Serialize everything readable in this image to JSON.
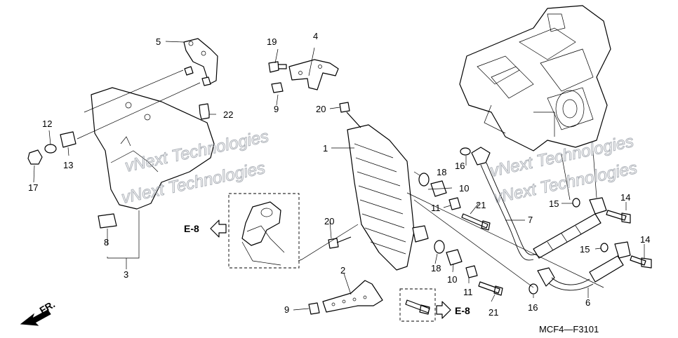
{
  "callouts": {
    "c1": "1",
    "c2": "2",
    "c3": "3",
    "c4": "4",
    "c5": "5",
    "c6": "6",
    "c7": "7",
    "c8": "8",
    "c9a": "9",
    "c9b": "9",
    "c10a": "10",
    "c10b": "10",
    "c11a": "11",
    "c11b": "11",
    "c12": "12",
    "c13": "13",
    "c14a": "14",
    "c14b": "14",
    "c15a": "15",
    "c15b": "15",
    "c16a": "16",
    "c16b": "16",
    "c17": "17",
    "c18a": "18",
    "c18b": "18",
    "c19": "19",
    "c20a": "20",
    "c20b": "20",
    "c21a": "21",
    "c21b": "21",
    "c22": "22"
  },
  "references": {
    "left": "E-8",
    "bottom": "E-8"
  },
  "direction_label": "FR.",
  "diagram_code": "MCF4—F3101",
  "watermark": {
    "line1": "vNext Technologies",
    "line2": "vNext Technologies",
    "line3": "vNext Technologies",
    "line4": "vNext Technologies"
  },
  "colors": {
    "ink": "#000000",
    "watermark": "#9aa0a8",
    "background": "#ffffff"
  }
}
